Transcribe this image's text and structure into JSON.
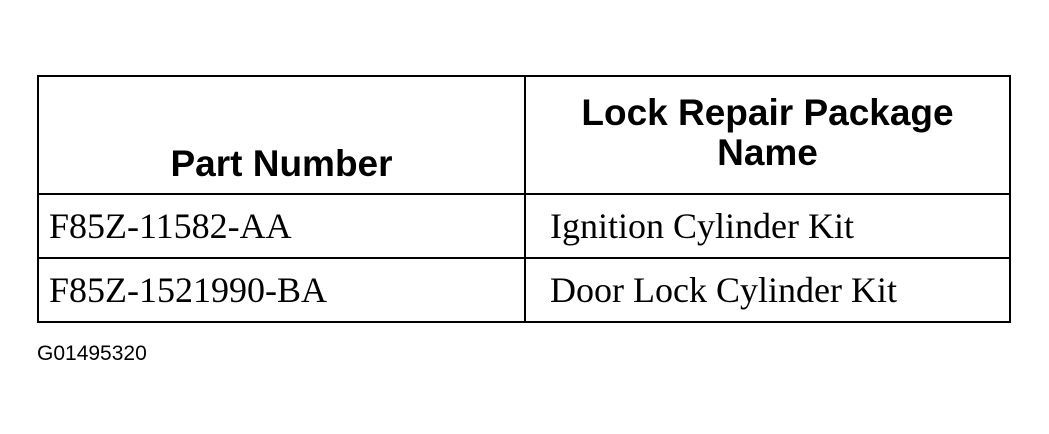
{
  "table": {
    "headers": {
      "part_number": "Part Number",
      "package_name": "Lock Repair Package Name"
    },
    "rows": [
      {
        "part_number": "F85Z-11582-AA",
        "package_name": "Ignition Cylinder Kit"
      },
      {
        "part_number": "F85Z-1521990-BA",
        "package_name": "Door Lock Cylinder Kit"
      }
    ]
  },
  "figure_id": "G01495320"
}
